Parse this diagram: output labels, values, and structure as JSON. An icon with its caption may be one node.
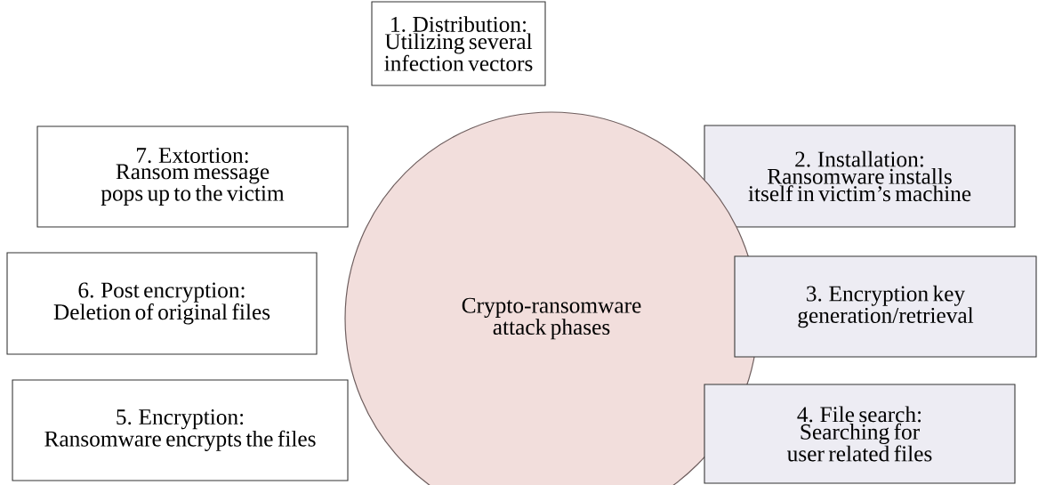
{
  "diagram": {
    "nodes": [
      {
        "text": [
          "1. Distribution:",
          "Utilizing several infection vectors"
        ]
      },
      {
        "text": [
          "7. Extortion:",
          "Ransom message pops up to the victim"
        ]
      },
      {
        "text": [
          "2. Installation:",
          "Ransomware installs itself in victim’s machine"
        ]
      },
      {
        "text": [
          "6. Post encryption:",
          "Deletion of original files"
        ]
      },
      {
        "text": [
          "Crypto-ransomware attack phases"
        ]
      },
      {
        "text": [
          "3. Encryption key generation/retrieval"
        ]
      },
      {
        "text": [
          "5. Encryption:",
          "Ransomware encrypts the files"
        ]
      },
      {
        "text": [
          "4. File search:",
          "Searching for user related files"
        ]
      }
    ]
  }
}
